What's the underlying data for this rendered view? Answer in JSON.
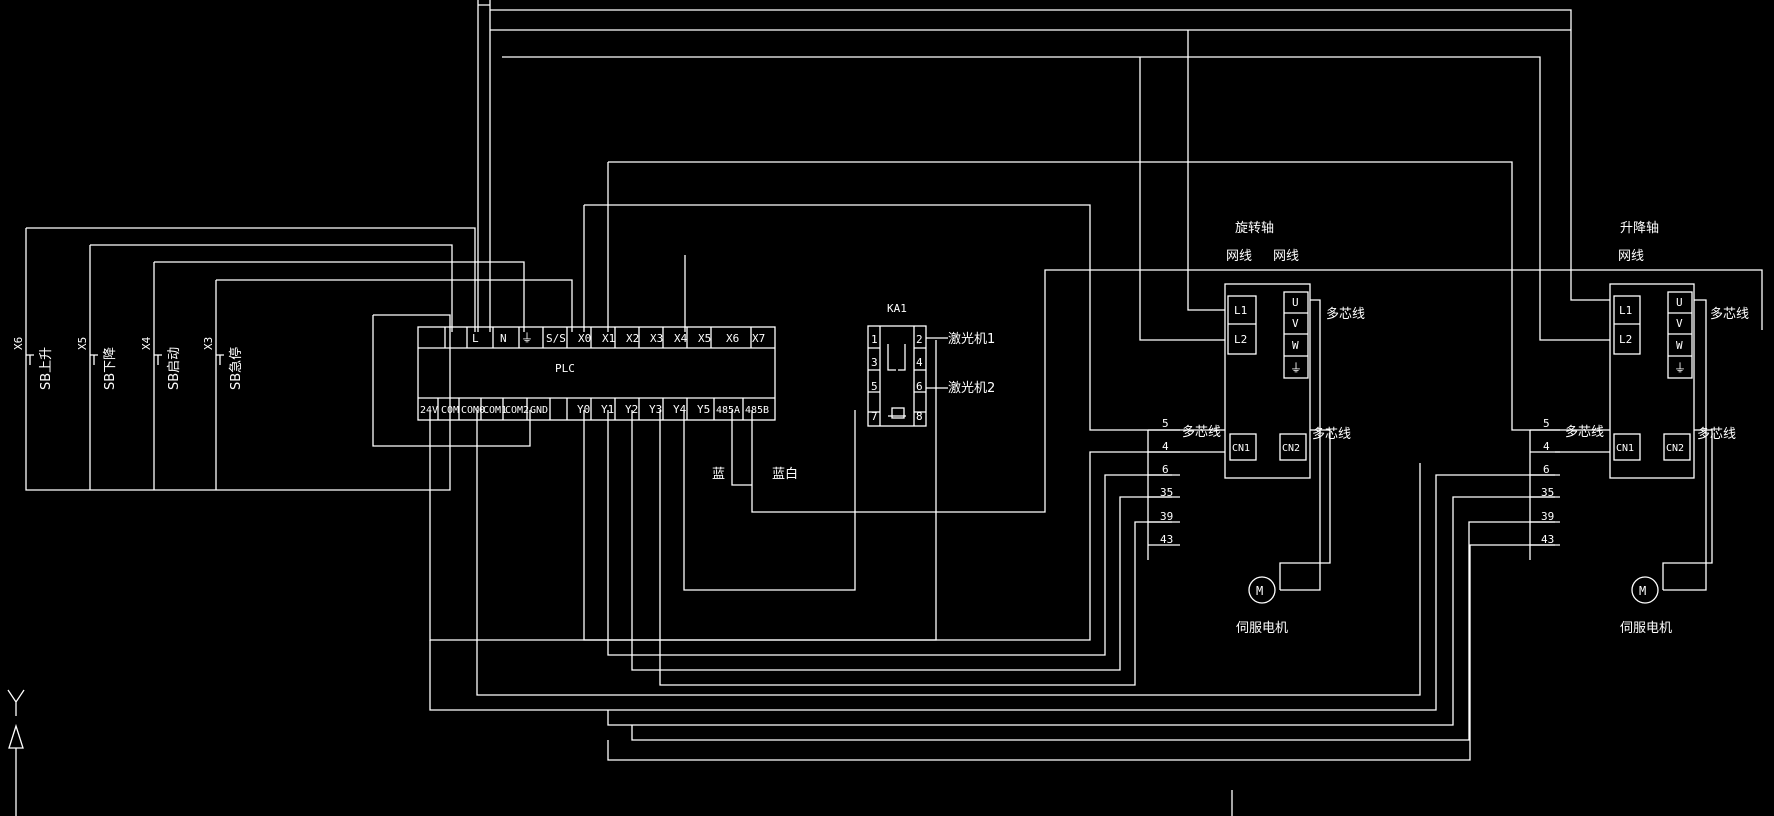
{
  "colors": {
    "background": "#000000",
    "line": "#ffffff"
  },
  "plc": {
    "name": "PLC",
    "top_terminals": [
      "",
      "L",
      "N",
      "",
      "S/S",
      "X0",
      "X1",
      "X2",
      "X3",
      "X4",
      "X5",
      "X6",
      "X7"
    ],
    "bottom_terminals": [
      "24V",
      "COM",
      "COM0",
      "COM1",
      "COM2",
      "GND",
      "Y0",
      "Y1",
      "Y2",
      "Y3",
      "Y4",
      "Y5",
      "485A",
      "485B"
    ]
  },
  "switches": [
    {
      "input": "X6",
      "label": "SB上升"
    },
    {
      "input": "X5",
      "label": "SB下降"
    },
    {
      "input": "X4",
      "label": "SB启动"
    },
    {
      "input": "X3",
      "label": "SB急停"
    }
  ],
  "relay": {
    "name": "KA1",
    "pins": [
      "1",
      "2",
      "3",
      "4",
      "5",
      "6",
      "7",
      "8"
    ],
    "laser1": "激光机1",
    "laser2": "激光机2"
  },
  "rs485": {
    "a_label": "蓝",
    "b_label": "蓝白"
  },
  "drive_rotary": {
    "title": "旋转轴",
    "net_label_1": "网线",
    "net_label_2": "网线",
    "power_terminals": [
      "L1",
      "L2"
    ],
    "motor_terminals": [
      "U",
      "V",
      "W",
      "⏚"
    ],
    "cn1": "CN1",
    "cn2": "CN2",
    "cable_label_motor": "多芯线",
    "cable_label_cn1": "多芯线",
    "cable_label_cn2": "多芯线",
    "pins": [
      "5",
      "4",
      "6",
      "35",
      "39",
      "43"
    ],
    "motor_symbol": "M",
    "motor_label": "伺服电机"
  },
  "drive_lift": {
    "title": "升降轴",
    "net_label_1": "网线",
    "power_terminals": [
      "L1",
      "L2"
    ],
    "motor_terminals": [
      "U",
      "V",
      "W",
      "⏚"
    ],
    "cn1": "CN1",
    "cn2": "CN2",
    "cable_label_motor": "多芯线",
    "cable_label_cn1": "多芯线",
    "cable_label_cn2": "多芯线",
    "pins": [
      "5",
      "4",
      "6",
      "35",
      "39",
      "43"
    ],
    "motor_symbol": "M",
    "motor_label": "伺服电机"
  },
  "ucs": {
    "axis_label": "Y"
  }
}
